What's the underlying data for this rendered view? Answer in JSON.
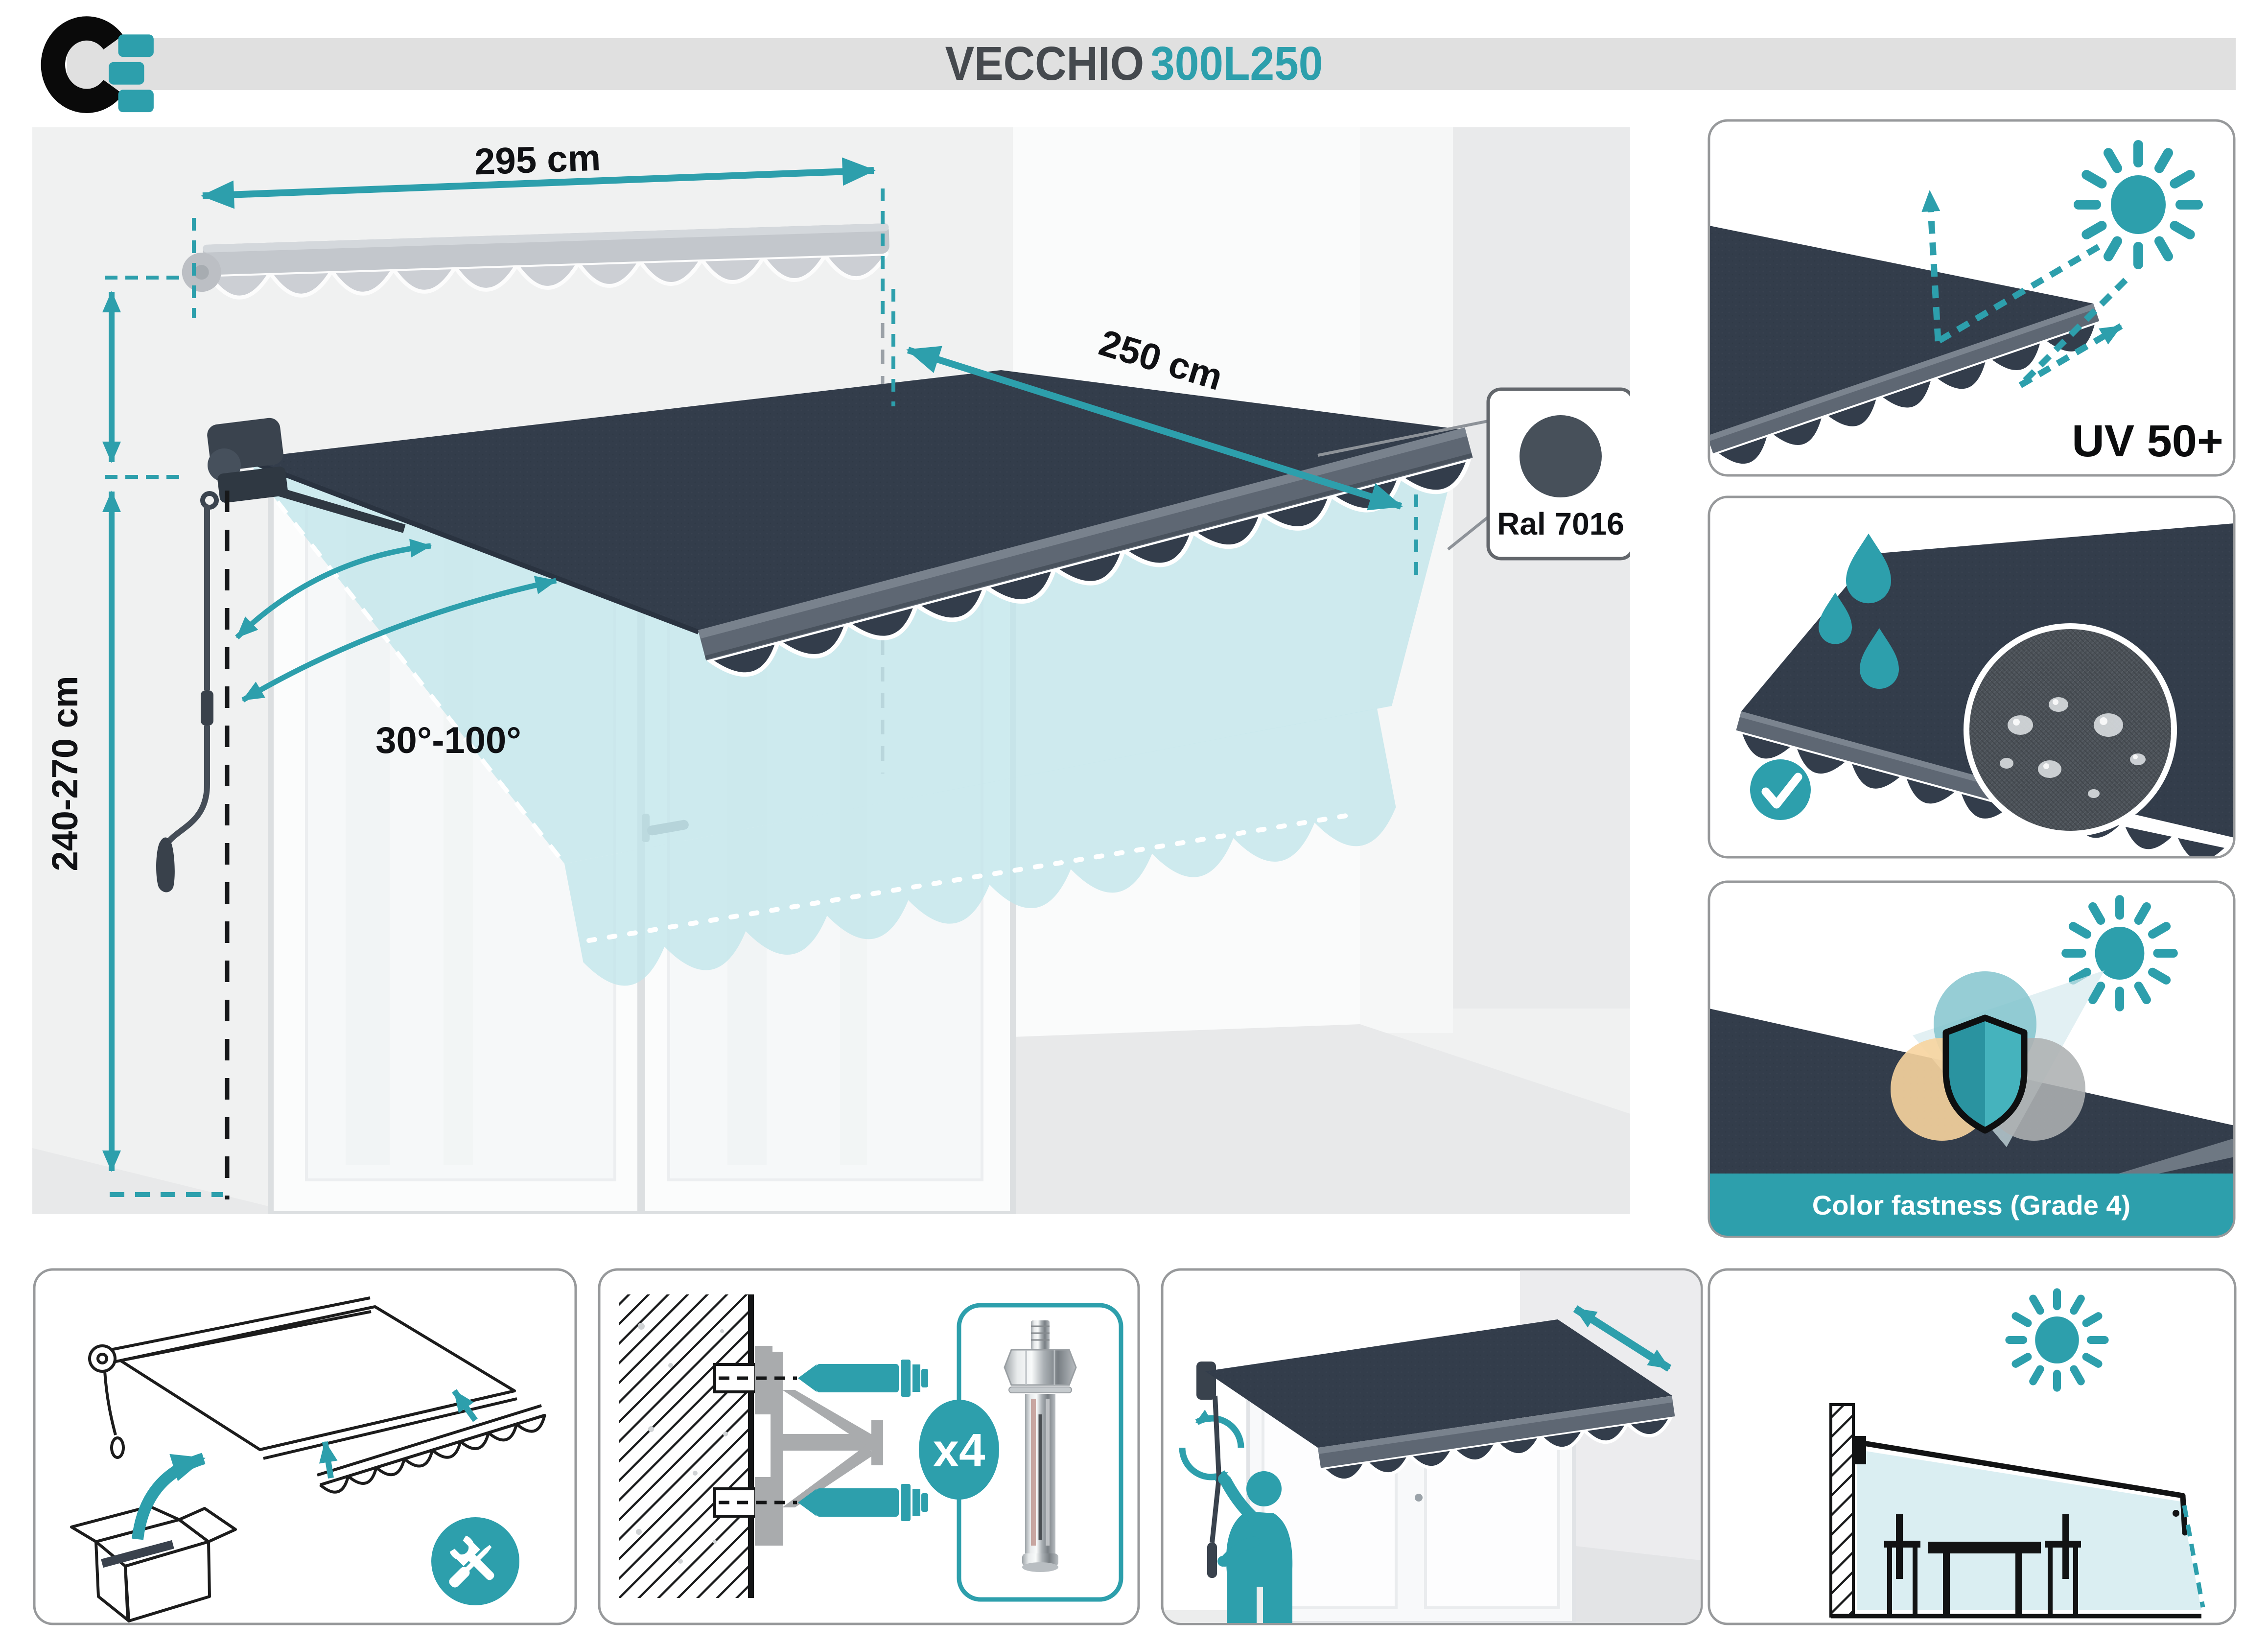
{
  "header": {
    "logo": "CE-brand-logo",
    "title": "VECCHIO",
    "model": "300L250"
  },
  "diagram": {
    "width_label": "295 cm",
    "projection_label": "250 cm",
    "height_label": "240-270 cm",
    "angle_label": "30°-100°",
    "color_card_label": "Ral 7016"
  },
  "features": {
    "uv_label": "UV 50+",
    "fastness_label": "Color fastness (Grade 4)",
    "anchor_count_label": "x4"
  },
  "colors": {
    "accent_teal": "#2D9FAC",
    "fabric_dark": "#333D4B",
    "fabric_fascia": "#5E6773",
    "ral_7016_swatch": "#47505A",
    "ghost_gray": "#C6CAD0",
    "shade_light_teal": "#C2E5EA",
    "header_bar_gray": "#E0E0E0",
    "title_dark": "#45494E",
    "panel_border_gray": "#97999B",
    "circle_orange": "#F7D49E",
    "circle_gray": "#ADB0B2"
  },
  "icons": {
    "sun": "sun-icon",
    "drops": "water-drop-icon",
    "check": "check-icon",
    "magnifier": "fabric-closeup-circle",
    "shield": "shield-icon",
    "tools": "tools-icon",
    "rotation": "rotation-arrows-icon",
    "extend": "double-arrow-icon",
    "anchor": "anchor-bolt-icon",
    "person": "person-silhouette",
    "box": "unboxing-icon",
    "table": "table-chairs-icon"
  }
}
